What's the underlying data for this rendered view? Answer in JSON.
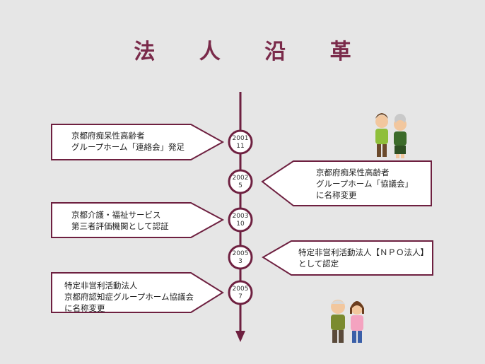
{
  "title": "法 人 沿 革",
  "colors": {
    "accent": "#6e2040",
    "title": "#7a2a4a",
    "background": "#e6e6e6",
    "box_fill": "#ffffff"
  },
  "events": [
    {
      "year": "2001",
      "month": "11",
      "side": "left",
      "text": "京都府痴呆性高齢者\nグループホーム「連絡会」発足"
    },
    {
      "year": "2002",
      "month": "5",
      "side": "right",
      "text": "京都府痴呆性高齢者\nグループホーム「協議会」\nに名称変更"
    },
    {
      "year": "2003",
      "month": "10",
      "side": "left",
      "text": "京都介護・福祉サービス\n第三者評価機関として認証"
    },
    {
      "year": "2005",
      "month": "3",
      "side": "right",
      "text": "特定非営利活動法人【ＮＰＯ法人】\nとして認定"
    },
    {
      "year": "2005",
      "month": "7",
      "side": "left",
      "text": "特定非営利活動法人\n京都府認知症グループホーム協議会\nに名称変更"
    }
  ],
  "illustrations": [
    "elderly-couple-illustration",
    "caregiver-pair-illustration"
  ]
}
